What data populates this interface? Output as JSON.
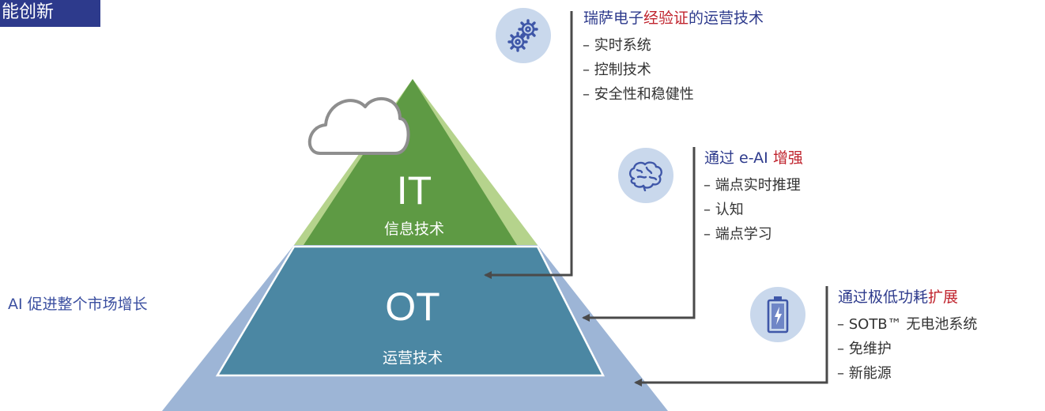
{
  "tag_label": "能创新",
  "left_note": "AI 促进整个市场增长",
  "pyramid": {
    "top": {
      "big": "IT",
      "sub": "信息技术"
    },
    "bottom": {
      "big": "OT",
      "sub": "运营技术"
    }
  },
  "features": [
    {
      "icon": "gears-icon",
      "title_prefix": "瑞萨电子",
      "title_highlight": "经验证",
      "title_suffix": "的运营技术",
      "items": [
        "– 实时系统",
        "– 控制技术",
        "– 安全性和稳健性"
      ]
    },
    {
      "icon": "brain-icon",
      "title_prefix": "通过 e-AI ",
      "title_highlight": "增强",
      "title_suffix": "",
      "items": [
        "– 端点实时推理",
        "– 认知",
        "– 端点学习"
      ]
    },
    {
      "icon": "battery-icon",
      "title_prefix": "通过极低功耗",
      "title_highlight": "扩展",
      "title_suffix": "",
      "items": [
        "– SOTB™ 无电池系统",
        "– 免维护",
        "– 新能源"
      ]
    }
  ],
  "colors": {
    "tag_bg": "#2d3a8c",
    "it_green": "#5e9a44",
    "it_light_green": "#b5d38c",
    "ot_teal": "#4b87a3",
    "ot_outer": "#9db5d6",
    "title_blue": "#2d3a8c",
    "title_red": "#c0242e",
    "icon_bg": "#c9d8ec"
  }
}
